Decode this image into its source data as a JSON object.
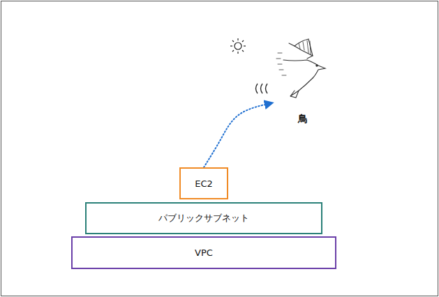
{
  "diagram": {
    "nodes": [
      {
        "text": [
          "鳥"
        ]
      },
      {
        "text": [
          "EC2"
        ]
      },
      {
        "text": [
          "パブリックサブネット"
        ]
      },
      {
        "text": [
          "VPC"
        ]
      }
    ],
    "edges": [
      {
        "from": 1,
        "to": 0,
        "arrow": "to"
      }
    ]
  }
}
